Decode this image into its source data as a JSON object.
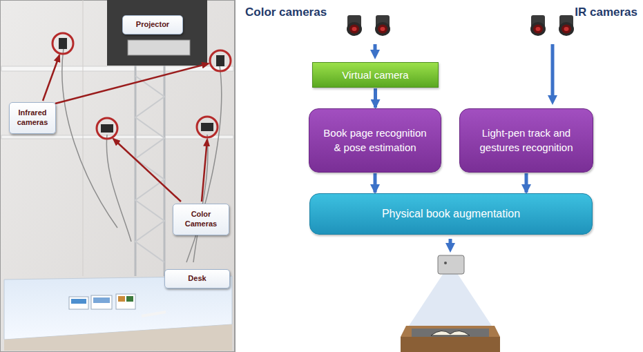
{
  "diagram": {
    "nodes": [
      {
        "text": [
          "Projector"
        ]
      },
      {
        "text": [
          "Infrared cameras"
        ]
      },
      {
        "text": [
          "Color Cameras"
        ]
      },
      {
        "text": [
          "Desk"
        ]
      },
      {
        "text": [
          "Virtual camera"
        ]
      },
      {
        "text": [
          "Book page recognition & pose estimation"
        ]
      },
      {
        "text": [
          "Light-pen track and gestures recognition"
        ]
      },
      {
        "text": [
          "Physical book augmentation"
        ]
      }
    ],
    "edges": [
      {
        "from": 4,
        "to": 5,
        "arrow": "to"
      },
      {
        "from": 5,
        "to": 7,
        "arrow": "to"
      },
      {
        "from": 6,
        "to": 7,
        "arrow": "to"
      }
    ],
    "labels": [
      "Color cameras",
      "IR cameras"
    ]
  }
}
